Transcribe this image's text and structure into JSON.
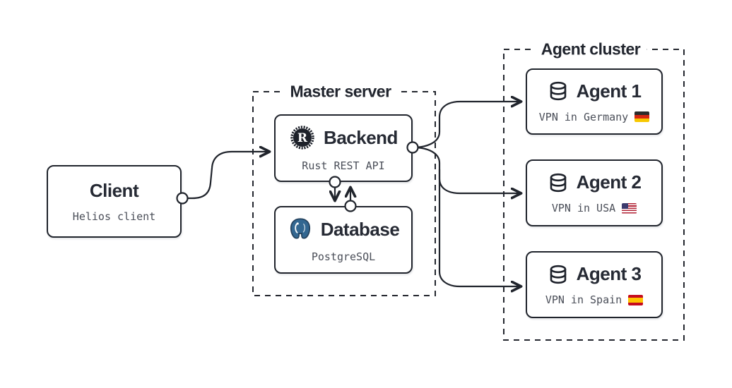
{
  "diagram": {
    "background_color": "#ffffff",
    "stroke_color": "#20242c",
    "title_color": "#262a34",
    "subtitle_color": "#4a4e58",
    "postgres_blue": "#336791"
  },
  "client": {
    "title": "Client",
    "subtitle": "Helios client"
  },
  "master_cluster": {
    "label": "Master server"
  },
  "backend": {
    "title": "Backend",
    "subtitle": "Rust REST API",
    "icon": "rust-logo",
    "icon_letter": "R"
  },
  "database": {
    "title": "Database",
    "subtitle": "PostgreSQL",
    "icon": "postgresql-logo"
  },
  "agent_cluster": {
    "label": "Agent cluster"
  },
  "agents": [
    {
      "title": "Agent 1",
      "subtitle": "VPN in Germany",
      "flag": "germany",
      "icon": "database-cylinder-icon"
    },
    {
      "title": "Agent 2",
      "subtitle": "VPN in USA",
      "flag": "usa",
      "icon": "database-cylinder-icon"
    },
    {
      "title": "Agent 3",
      "subtitle": "VPN in Spain",
      "flag": "spain",
      "icon": "database-cylinder-icon"
    }
  ],
  "edges": [
    {
      "from": "Client",
      "to": "Backend",
      "type": "arrow"
    },
    {
      "from": "Backend",
      "to": "Database",
      "type": "arrow"
    },
    {
      "from": "Database",
      "to": "Backend",
      "type": "arrow"
    },
    {
      "from": "Backend",
      "to": "Agent 1",
      "type": "arrow"
    },
    {
      "from": "Backend",
      "to": "Agent 2",
      "type": "arrow"
    },
    {
      "from": "Backend",
      "to": "Agent 3",
      "type": "arrow"
    }
  ]
}
